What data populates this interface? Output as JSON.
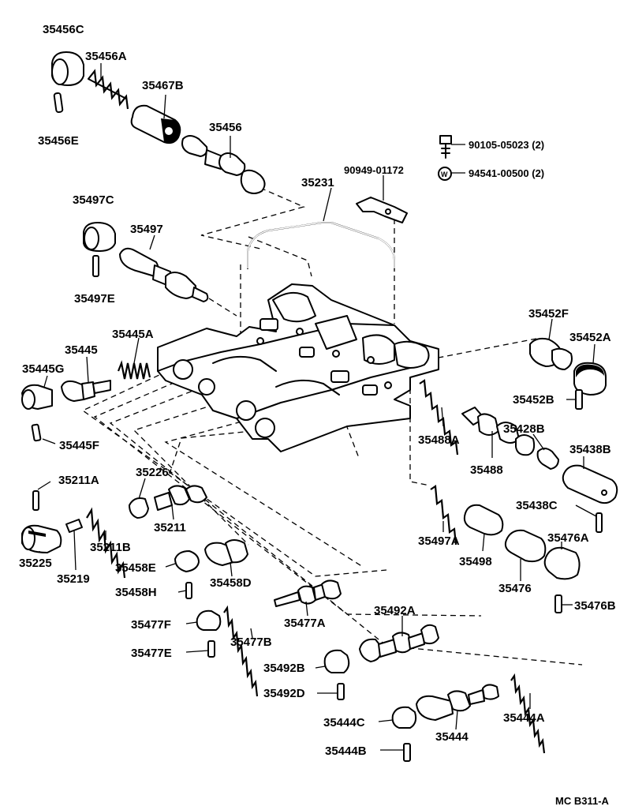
{
  "diagram_code": "MC B311-A",
  "labels": {
    "p35456C": "35456C",
    "p35456A": "35456A",
    "p35456E": "35456E",
    "p35467B": "35467B",
    "p35456": "35456",
    "p90105": "90105-05023 (2)",
    "p90949": "90949-01172",
    "p94541": "94541-00500 (2)",
    "p35231": "35231",
    "p35497C": "35497C",
    "p35497": "35497",
    "p35497E": "35497E",
    "p35445A": "35445A",
    "p35445": "35445",
    "p35445G": "35445G",
    "p35445F": "35445F",
    "p35452F": "35452F",
    "p35452A": "35452A",
    "p35452B": "35452B",
    "p35488A": "35488A",
    "p35428B": "35428B",
    "p35488": "35488",
    "p35438B": "35438B",
    "p35438C": "35438C",
    "p35211A": "35211A",
    "p35226": "35226",
    "p35211": "35211",
    "p35211B": "35211B",
    "p35225": "35225",
    "p35219": "35219",
    "p35497A": "35497A",
    "p35498": "35498",
    "p35476A": "35476A",
    "p35476": "35476",
    "p35476B": "35476B",
    "p35458E": "35458E",
    "p35458D": "35458D",
    "p35458H": "35458H",
    "p35477A": "35477A",
    "p35477F": "35477F",
    "p35477B": "35477B",
    "p35477E": "35477E",
    "p35492A": "35492A",
    "p35492B": "35492B",
    "p35492D": "35492D",
    "p35444C": "35444C",
    "p35444": "35444",
    "p35444A": "35444A",
    "p35444B": "35444B"
  }
}
